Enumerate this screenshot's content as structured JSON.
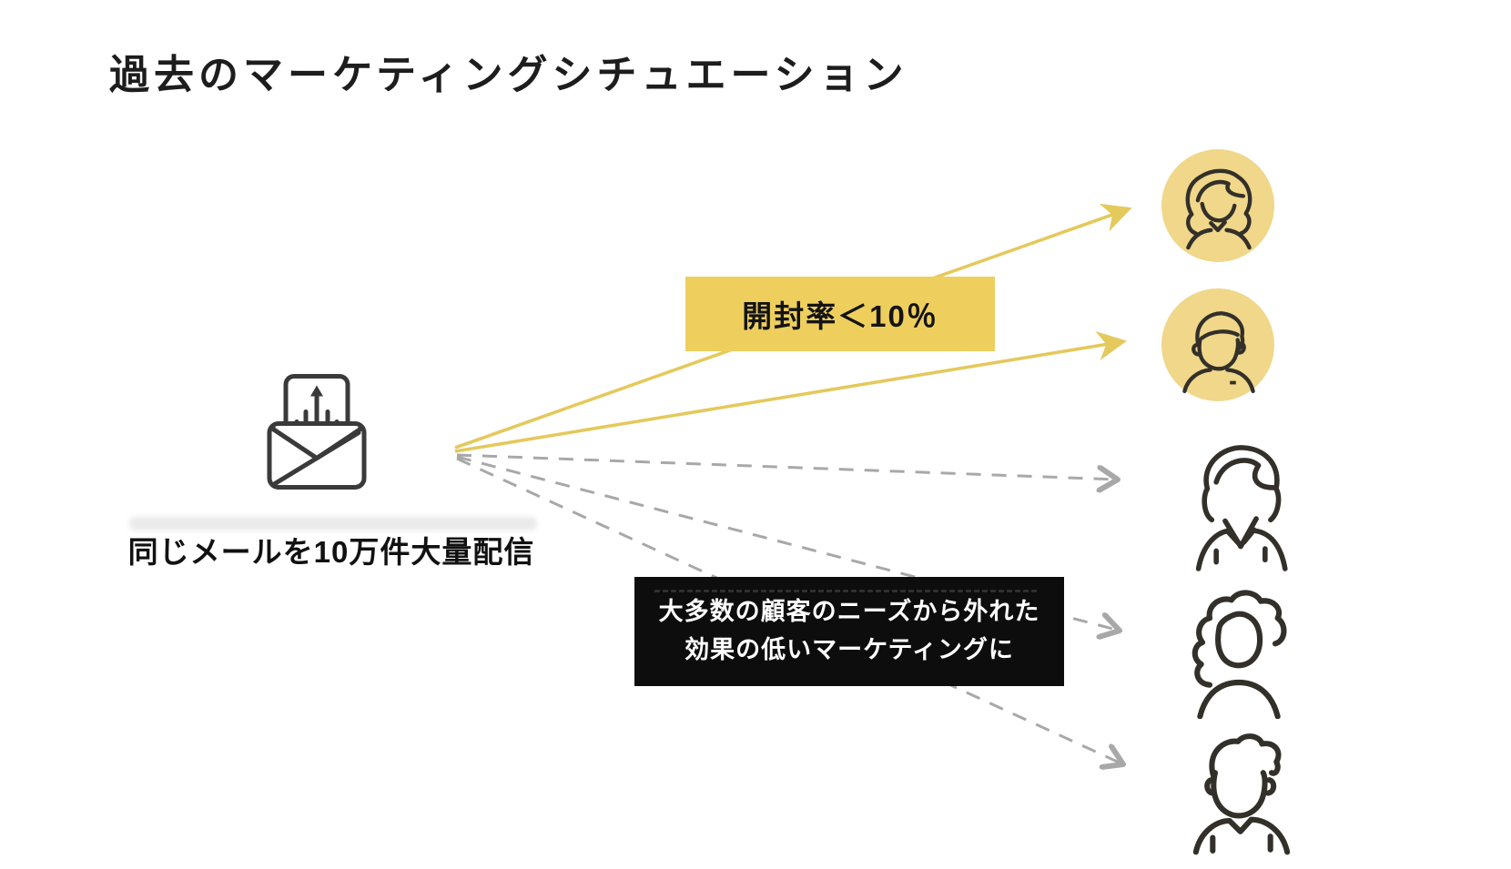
{
  "title": "過去のマーケティングシチュエーション",
  "colors": {
    "accent_yellow": "#e4c95c",
    "accent_yellow_fill": "#eecf5e",
    "avatar_circle_fill": "#f0d789",
    "dashed_gray": "#a8a8a8",
    "ineffective_box_bg": "#0d0d0d",
    "ink": "#1d1d1d",
    "icon_stroke": "#33302a",
    "label_text_light": "#ffffff"
  },
  "sender": {
    "icon": "email-campaign-icon",
    "caption": "同じメールを10万件大量配信"
  },
  "labels": {
    "open_rate": "開封率＜10％",
    "ineffective_line1": "大多数の顧客のニーズから外れた",
    "ineffective_line2": "効果の低いマーケティングに"
  },
  "recipients": [
    {
      "icon": "woman-long-hair-avatar",
      "highlighted": true
    },
    {
      "icon": "man-short-hair-avatar",
      "highlighted": true
    },
    {
      "icon": "woman-bob-avatar",
      "highlighted": false
    },
    {
      "icon": "woman-curly-hair-avatar",
      "highlighted": false
    },
    {
      "icon": "man-wavy-hair-avatar",
      "highlighted": false
    }
  ],
  "arrows": [
    {
      "target": "recipient-1",
      "style": "solid-yellow"
    },
    {
      "target": "recipient-2",
      "style": "solid-yellow"
    },
    {
      "target": "recipient-3",
      "style": "dashed-gray"
    },
    {
      "target": "recipient-4",
      "style": "dashed-gray"
    },
    {
      "target": "recipient-5",
      "style": "dashed-gray"
    }
  ]
}
